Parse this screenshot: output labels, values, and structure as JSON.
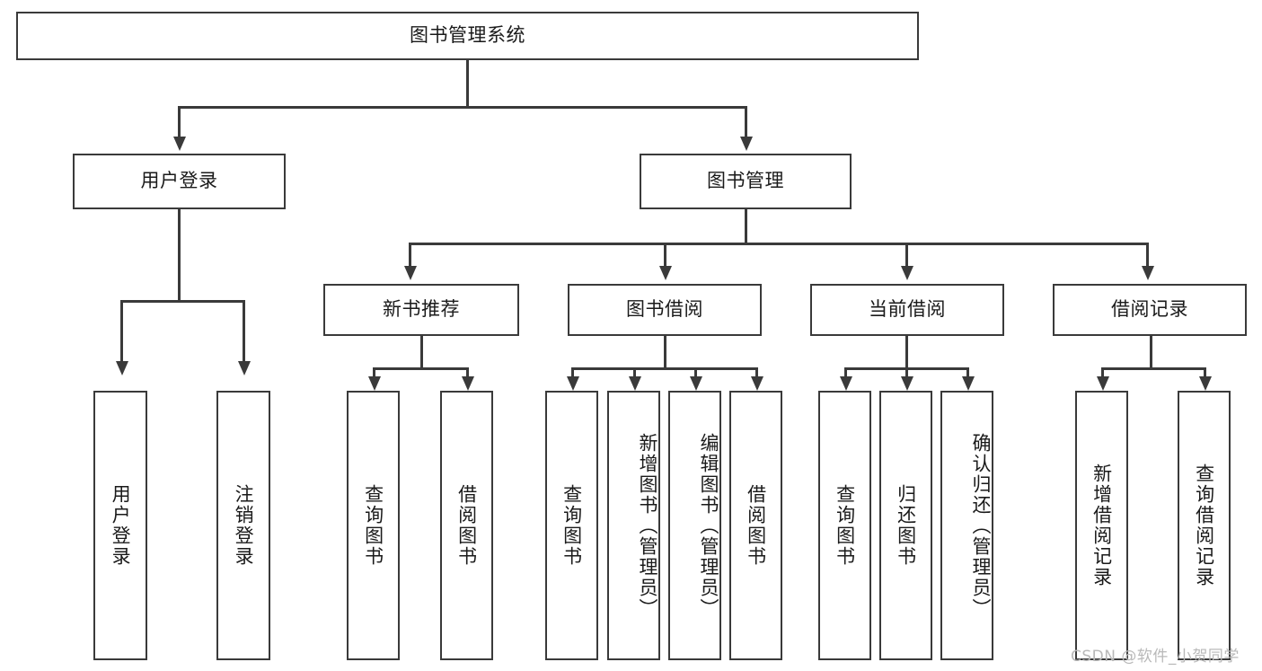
{
  "diagram": {
    "title": "图书管理系统",
    "type": "hierarchy-tree",
    "root": {
      "label": "图书管理系统"
    },
    "level1": [
      {
        "label": "用户登录"
      },
      {
        "label": "图书管理"
      }
    ],
    "level2": [
      {
        "label": "新书推荐",
        "parent": "图书管理"
      },
      {
        "label": "图书借阅",
        "parent": "图书管理"
      },
      {
        "label": "当前借阅",
        "parent": "图书管理"
      },
      {
        "label": "借阅记录",
        "parent": "图书管理"
      }
    ],
    "leaves": {
      "user_login": [
        {
          "label": "用户登录"
        },
        {
          "label": "注销登录"
        }
      ],
      "new_book_recommend": [
        {
          "label": "查询图书"
        },
        {
          "label": "借阅图书"
        }
      ],
      "book_borrow": [
        {
          "label": "查询图书"
        },
        {
          "label": "新增图书（管理员）"
        },
        {
          "label": "编辑图书（管理员）"
        },
        {
          "label": "借阅图书"
        }
      ],
      "current_borrow": [
        {
          "label": "查询图书"
        },
        {
          "label": "归还图书"
        },
        {
          "label": "确认归还（管理员）"
        }
      ],
      "borrow_record": [
        {
          "label": "新增借阅记录"
        },
        {
          "label": "查询借阅记录"
        }
      ]
    }
  },
  "watermark": {
    "text": "CSDN @软件_小贺同学"
  },
  "colors": {
    "stroke": "#3a3a3a",
    "background": "#ffffff",
    "text": "#1a1a1a",
    "watermark": "#b9b9b9"
  }
}
